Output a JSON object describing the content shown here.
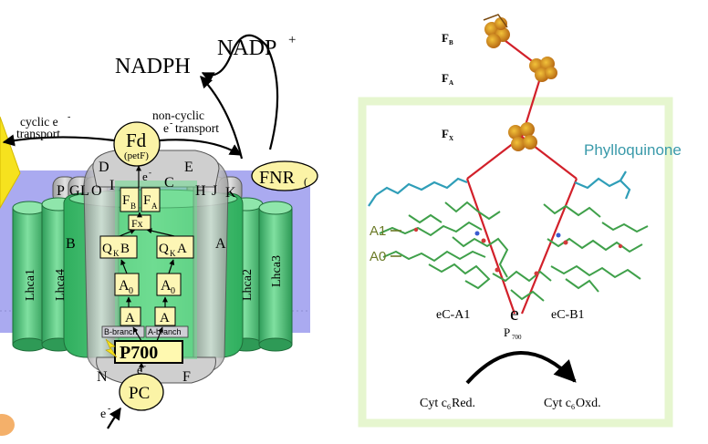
{
  "left_panel": {
    "nadph": "NADPH",
    "nadp": "NADP",
    "nadp_sup": "+",
    "cyclic_line1": "cyclic e",
    "cyclic_sup": "-",
    "cyclic_line2": "transport",
    "noncyclic_line1": "non-cyclic",
    "noncyclic_line2": "e",
    "noncyclic_sup": "-",
    "noncyclic_line3": "transport",
    "fd": "Fd",
    "fd_sub": "(petF)",
    "fnr": "FNR",
    "fnr_paren": "(",
    "subunit_d": "D",
    "subunit_e": "E",
    "subunit_c": "C",
    "subunit_i": "I",
    "subunit_p": "P",
    "subunit_g": "G",
    "subunit_l": "L",
    "subunit_o": "O",
    "subunit_h": "H",
    "subunit_j": "J",
    "subunit_k": "K",
    "subunit_b": "B",
    "subunit_a": "A",
    "subunit_n": "N",
    "subunit_f": "F",
    "lhca1": "Lhca1",
    "lhca4": "Lhca4",
    "lhca2": "Lhca2",
    "lhca3": "Lhca3",
    "e_minus": "e",
    "e_sup": "-",
    "fb": "F",
    "fb_sub": "B",
    "fa": "F",
    "fa_sub": "A",
    "fx": "Fx",
    "qkb": "Q",
    "qkb_sub": "K",
    "qkb_tail": "B",
    "qka": "Q",
    "qka_sub": "K",
    "qka_tail": "A",
    "a0_left": "A",
    "a0_left_sub": "0",
    "a0_right": "A",
    "a0_right_sub": "0",
    "a_left": "A",
    "a_right": "A",
    "b_branch": "B-branch",
    "a_branch": "A-branch",
    "p700": "P700",
    "pc": "PC"
  },
  "right_panel": {
    "fb": "F",
    "fb_sub": "B",
    "fa": "F",
    "fa_sub": "A",
    "fx": "F",
    "fx_sub": "X",
    "phylloquinone": "Phylloquinone",
    "a1": "A1",
    "a0": "A0",
    "ec_a1": "eC-A1",
    "ec_b1": "eC-B1",
    "e": "e",
    "p700": "P",
    "p700_sub": "700",
    "cyt_red": "Cyt c",
    "cyt_red_sub": "6",
    "cyt_red_tail": " Red.",
    "cyt_oxd": "Cyt c",
    "cyt_oxd_sub": "6",
    "cyt_oxd_tail": " Oxd."
  },
  "colors": {
    "membrane": "#aaaaf0",
    "lhca_green": "#4cc27a",
    "core_green": "#3fbf6a",
    "grey_subunit": "#c9c9c9",
    "cofactor_box": "#fdf6b5",
    "fd_yellow": "#fbf3a6",
    "frame_green": "#e6f6cf",
    "red_link": "#d2202a",
    "phylloquinone_label": "#3a9aaa",
    "a_label": "#6b7a27"
  }
}
